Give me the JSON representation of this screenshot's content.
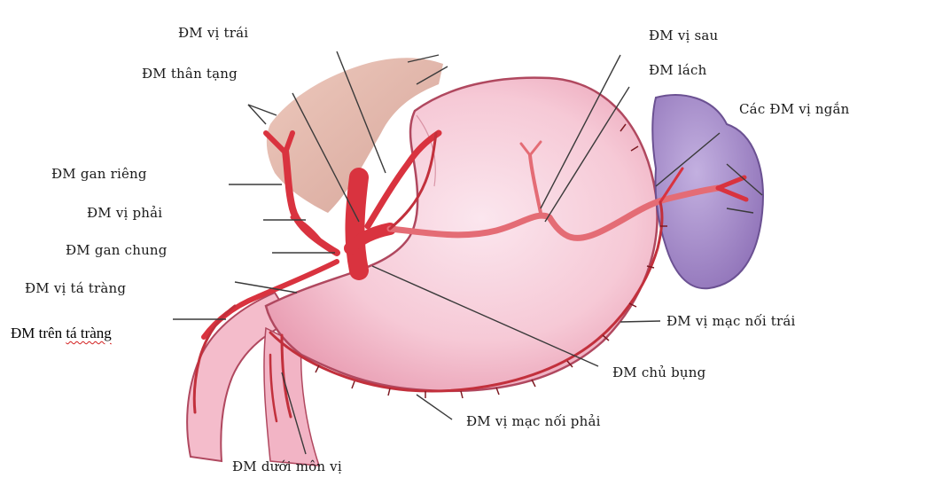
{
  "labels": {
    "left_gastric": "ĐM vị trái",
    "celiac": "ĐM thân tạng",
    "proper_hepatic": "ĐM gan riêng",
    "right_gastric": "ĐM vị phải",
    "common_hepatic": "ĐM gan chung",
    "gastroduodenal": "ĐM vị tá tràng",
    "supraduodenal_prefix": "ĐM trên ",
    "supraduodenal_underlined": "tá tràng",
    "posterior_gastric": "ĐM vị sau",
    "splenic": "ĐM lách",
    "short_gastrics": "Các ĐM vị ngắn",
    "left_gastroepiploic": "ĐM vị mạc nối trái",
    "abdominal_aorta": "ĐM chủ bụng",
    "right_gastroepiploic": "ĐM vị mạc nối phải",
    "infrapyloric": "ĐM dưới môn vị"
  },
  "colors": {
    "stomach": "#f6c9d6",
    "stomach_edge": "#b0485f",
    "artery": "#d9333f",
    "artery_dark": "#7d1a22",
    "spleen": "#a58ac9",
    "liver_shadow": "#dba08e",
    "leader_line": "#3a3a3a"
  }
}
